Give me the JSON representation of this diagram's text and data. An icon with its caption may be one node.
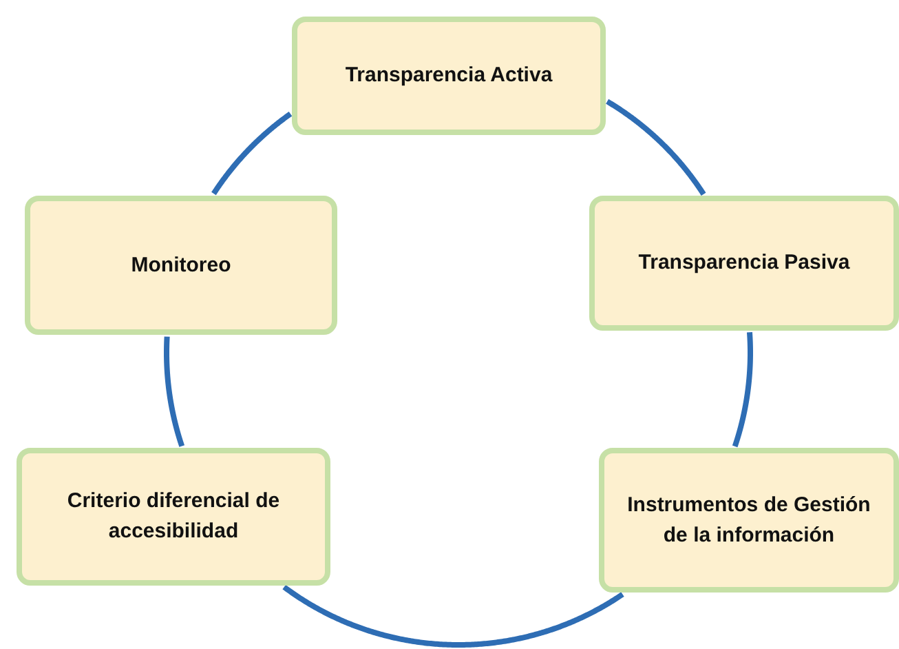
{
  "diagram": {
    "nodes": [
      {
        "text": [
          "Transparencia Activa"
        ]
      },
      {
        "text": [
          "Monitoreo"
        ]
      },
      {
        "text": [
          "Transparencia Pasiva"
        ]
      },
      {
        "text": [
          "Criterio diferencial de accesibilidad"
        ]
      },
      {
        "text": [
          "Instrumentos de Gestión de la información"
        ]
      }
    ],
    "edges": [
      {
        "from": 0,
        "to": 2,
        "arrow": "none"
      },
      {
        "from": 2,
        "to": 4,
        "arrow": "none"
      },
      {
        "from": 4,
        "to": 3,
        "arrow": "none"
      },
      {
        "from": 3,
        "to": 1,
        "arrow": "none"
      },
      {
        "from": 1,
        "to": 0,
        "arrow": "none"
      }
    ]
  }
}
